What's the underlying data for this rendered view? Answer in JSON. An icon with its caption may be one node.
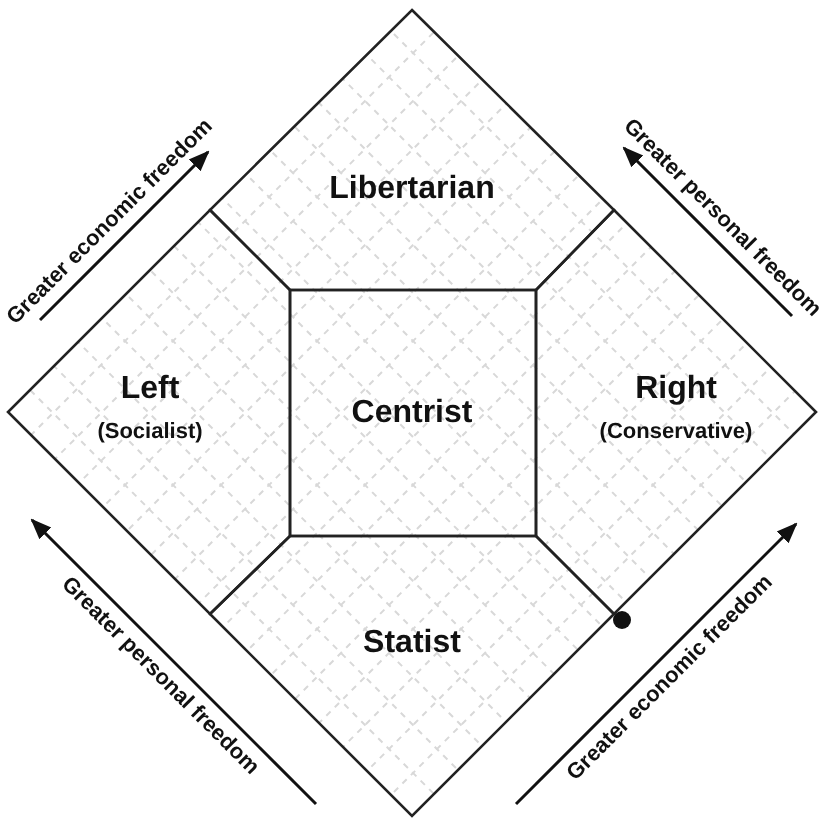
{
  "diagram": {
    "nodes": [
      {
        "text": [
          "Libertarian"
        ]
      },
      {
        "text": [
          "Left",
          "(Socialist)"
        ]
      },
      {
        "text": [
          "Centrist"
        ]
      },
      {
        "text": [
          "Right",
          "(Conservative)"
        ]
      },
      {
        "text": [
          "Statist"
        ]
      }
    ],
    "labels": [
      "Greater economic freedom",
      "Greater personal freedom",
      "Greater personal freedom",
      "Greater economic freedom"
    ]
  }
}
